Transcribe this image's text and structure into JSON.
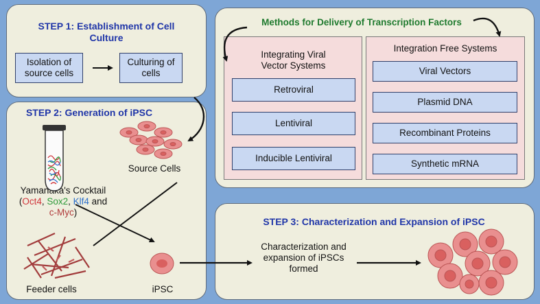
{
  "step1": {
    "title": "STEP 1: Establishment  of Cell Culture",
    "box1": "Isolation of source cells",
    "box2": "Culturing of cells"
  },
  "step2": {
    "title": "STEP 2: Generation of iPSC",
    "source_cells": "Source Cells",
    "cocktail_line1": "Yamanaka's Cocktail",
    "cocktail_open": "(",
    "oct4": "Oct4",
    "comma1": ", ",
    "sox2": "Sox2",
    "comma2": ", ",
    "klf4": "Klf4",
    "and": " and",
    "cmyc": "c-Myc",
    "close": ")",
    "feeder": "Feeder cells",
    "ipsc": "iPSC"
  },
  "methods": {
    "title": "Methods for Delivery of Transcription Factors",
    "integrating_title": "Integrating Viral Vector Systems",
    "integrating_items": [
      "Retroviral",
      "Lentiviral",
      "Inducible Lentiviral"
    ],
    "free_title": "Integration Free Systems",
    "free_items": [
      "Viral Vectors",
      "Plasmid DNA",
      "Recombinant Proteins",
      "Synthetic mRNA"
    ]
  },
  "step3": {
    "title": "STEP 3: Characterization and Expansion of iPSC",
    "text": "Characterization and expansion of iPSCs formed"
  },
  "colors": {
    "title_blue": "#1f35a8",
    "green_title": "#1f7a2e",
    "oct4": "#d0343a",
    "sox2": "#2e9a3a",
    "klf4": "#2c6fcb",
    "cmyc": "#b03a3a",
    "cell_fill": "#e98f8f",
    "cell_nucleus": "#d9605f"
  }
}
